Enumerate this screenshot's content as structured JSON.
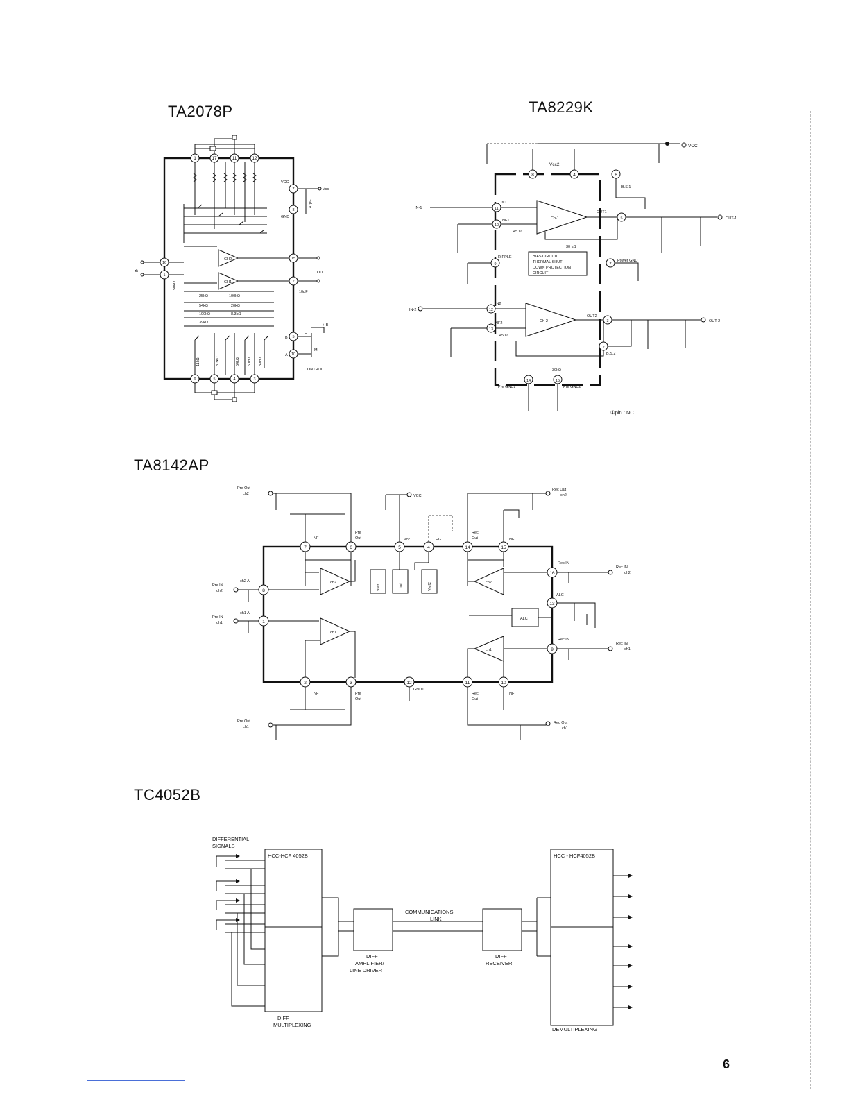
{
  "titles": {
    "ta2078p": "TA2078P",
    "ta8229k": "TA8229K",
    "ta8142ap": "TA8142AP",
    "tc4052b": "TC4052B"
  },
  "page_number": "6",
  "ta2078p": {
    "pins_top": [
      "1",
      "17",
      "11",
      "12"
    ],
    "pins_right": [
      "7",
      "8",
      "15",
      "2"
    ],
    "pins_left": [
      "16",
      "1"
    ],
    "pins_bottom": [
      "9",
      "5",
      "4",
      "3"
    ],
    "pins_ctrl": [
      "5",
      "10"
    ],
    "vcc_label": "Vcc",
    "vcc_pin_label": "VCC",
    "gnd_label": "GND",
    "amp1": "CH2",
    "amp2": "CH1",
    "in_label": "IN",
    "out_label": "OU",
    "res": [
      "25kΩ",
      "54kΩ",
      "100kΩ",
      "39kΩ",
      "100kΩ",
      "20kΩ",
      "8.3kΩ"
    ],
    "res_left": "50kΩ",
    "res_bottom": [
      "11kΩ",
      "8.3kΩ",
      "54kΩ",
      "50kΩ",
      "39kΩ"
    ],
    "cap_label": "10μF",
    "cap2_label": "47μF",
    "control_label": "CONTROL",
    "b_label": "B",
    "a_label": "A",
    "h_label": "H",
    "m_label": "M",
    "plusb_label": "+ B"
  },
  "ta8229k": {
    "vcc": "VCC",
    "vcc2": "Vcc2",
    "in1": "IN1",
    "nf1": "NF1",
    "ch1": "Ch-1",
    "out1": "OUT1",
    "out1_ext": "OUT-1",
    "bs1": "B.S.1",
    "in1_ext": "IN-1",
    "res45a": "45 Ω",
    "res30k": "30 kΩ",
    "ripple": "RIPPLE",
    "bias": [
      "BIAS CIRCUIT",
      "THERMAL SHUT",
      "DOWN PROTECTION",
      "CIRCUIT"
    ],
    "power_gnd": "Power GND",
    "in2_ext": "IN-2",
    "in2": "IN2",
    "nf2": "NF2",
    "ch2": "Ch-2",
    "out2": "OUT2",
    "out2_ext": "OUT-2",
    "bs2": "B.S.2",
    "res45b": "45 Ω",
    "res30k2": "30kΩ",
    "pregnd1": "Pre GND1",
    "pregnd2": "Pre GND2",
    "pins": [
      "8",
      "4",
      "6",
      "11",
      "10",
      "9",
      "7",
      "5",
      "12",
      "13",
      "3",
      "2",
      "14",
      "15"
    ],
    "note": "①pin : NC"
  },
  "ta8142ap": {
    "pre_out_ch2": [
      "Pre Out",
      "ch2"
    ],
    "rec_out_ch2": [
      "Rec Out",
      "ch2"
    ],
    "vcc": "VCC",
    "nf": "NF",
    "pre_out": [
      "Pre",
      "Out"
    ],
    "vcc_pin": "Vcc",
    "eg": "EG",
    "rec_out": [
      "Rec",
      "Out"
    ],
    "nf_r": "NF",
    "rec_in_lbl": "Rec IN",
    "rec_in_ch2": [
      "Rec IN",
      "ch2"
    ],
    "pre_in_ch2": [
      "Pre IN",
      "ch2"
    ],
    "ch2_a": "ch2 A",
    "ch1_a": "ch1 A",
    "pre_in_ch1": [
      "Pre IN",
      "ch1"
    ],
    "amp_ch2": "ch2",
    "amp_ch1": "ch1",
    "vref1": "Vref1",
    "iref": "Iref",
    "vref2": "Vref2",
    "alc": "ALC",
    "alc_pin": "ALC",
    "rec_in_lbl2": "Rec IN",
    "rec_in_ch1": [
      "Rec IN",
      "ch1"
    ],
    "nf_b": "NF",
    "pre_out_b": [
      "Pre",
      "Out"
    ],
    "gnd1": "GND1",
    "rec_out_b": [
      "Rec",
      "Out"
    ],
    "nf_b_r": "NF",
    "pre_out_ch1": [
      "Pre Out",
      "ch1"
    ],
    "rec_out_ch1": [
      "Rec Out",
      "ch1"
    ],
    "pins": [
      "7",
      "6",
      "5",
      "4",
      "14",
      "15",
      "8",
      "16",
      "13",
      "1",
      "9",
      "2",
      "3",
      "12",
      "11",
      "10"
    ]
  },
  "tc4052b": {
    "diff_signals": [
      "DIFFERENTIAL",
      "SIGNALS"
    ],
    "left_chip": "HCC-HCF 4052B",
    "right_chip": "HCC - HCF4052B",
    "comm_link": [
      "COMMUNICATIONS",
      "LINK"
    ],
    "diff_amp": [
      "DIFF",
      "AMPLIFIER/",
      "LINE   DRIVER"
    ],
    "diff_recv": [
      "DIFF",
      "RECEIVER"
    ],
    "diff_mux": [
      "DIFF",
      "MULTIPLEXING"
    ],
    "demux": "DEMULTIPLEXING"
  }
}
